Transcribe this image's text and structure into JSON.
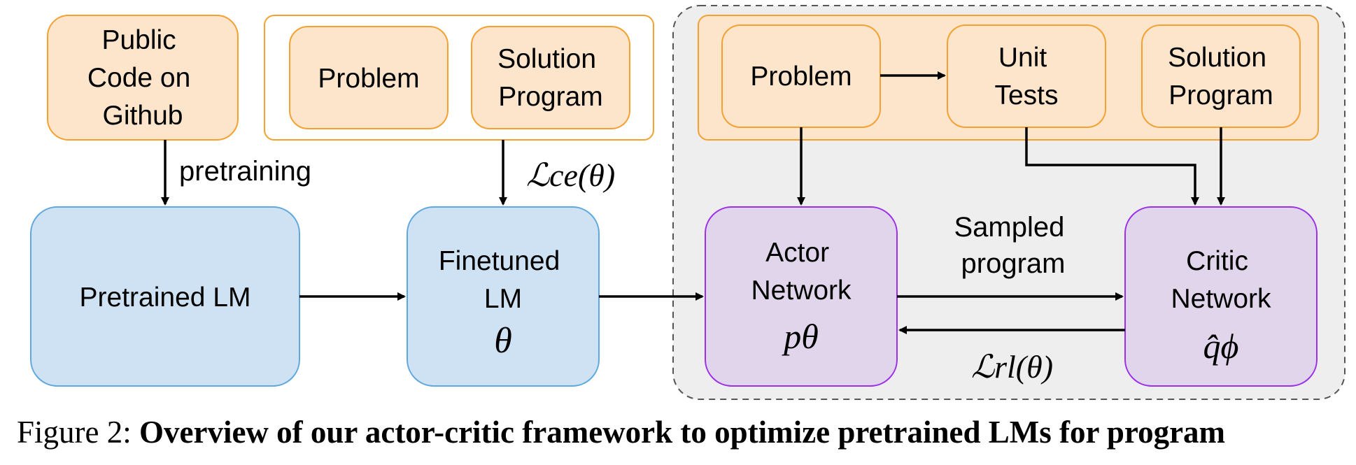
{
  "boxes": {
    "github": [
      "Public",
      "Code on",
      "Github"
    ],
    "problem1": [
      "Problem"
    ],
    "solution1": [
      "Solution",
      "Program"
    ],
    "pretrained": [
      "Pretrained LM"
    ],
    "finetuned": [
      "Finetuned",
      "LM"
    ],
    "problem2": [
      "Problem"
    ],
    "unit_tests": [
      "Unit",
      "Tests"
    ],
    "solution2": [
      "Solution",
      "Program"
    ],
    "actor": [
      "Actor",
      "Network"
    ],
    "critic": [
      "Critic",
      "Network"
    ]
  },
  "symbols": {
    "finetuned": "θ",
    "actor": "pθ",
    "critic": "q̂ϕ"
  },
  "edge_labels": {
    "pretraining": "pretraining",
    "ce_loss": "ℒce(θ)",
    "sampled_program": [
      "Sampled",
      "program"
    ],
    "rl_loss": "ℒrl(θ)"
  },
  "caption": {
    "prefix": "Figure 2: ",
    "bold": "Overview of our actor-critic framework to optimize pretrained LMs for program"
  },
  "colors": {
    "orange_fill": "#FDE5CC",
    "orange_stroke": "#F4A132",
    "blue_fill": "#CFE2F3",
    "blue_stroke": "#5FA8DE",
    "purple_fill": "#E1D5EB",
    "purple_stroke": "#9B30E8",
    "gray_panel": "#EEEEEE"
  }
}
